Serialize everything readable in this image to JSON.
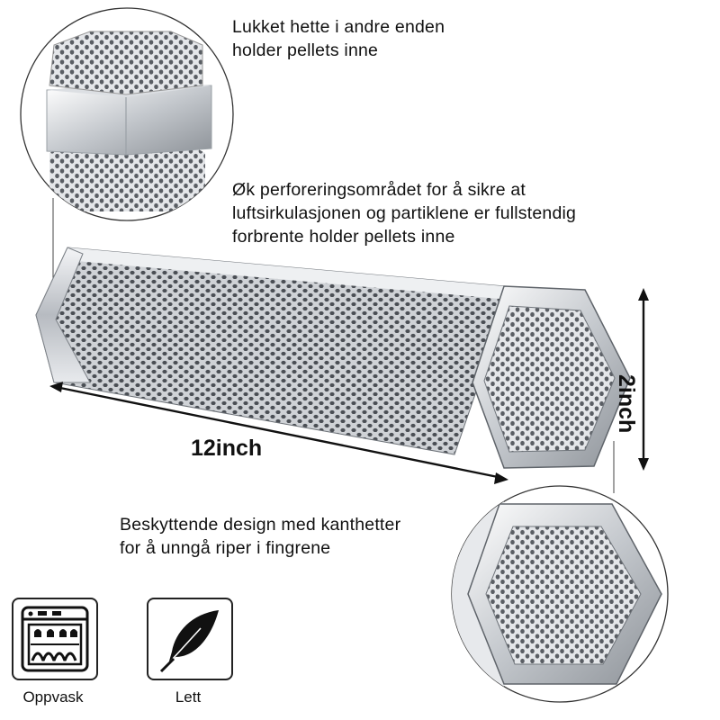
{
  "captions": {
    "top_line1": "Lukket hette i andre enden",
    "top_line2": "holder pellets inne",
    "middle_line1": "Øk perforeringsområdet for å sikre at",
    "middle_line2": "luftsirkulasjonen og partiklene er fullstendig",
    "middle_line3": "forbrente holder pellets inne",
    "bottom_line1": "Beskyttende design med kanthetter",
    "bottom_line2": "for å unngå riper i fingrene"
  },
  "dimensions": {
    "length": "12inch",
    "diameter": "2inch"
  },
  "icons": [
    {
      "icon": "dishwasher-icon",
      "label": "Oppvask"
    },
    {
      "icon": "feather-icon",
      "label": "Lett"
    }
  ]
}
